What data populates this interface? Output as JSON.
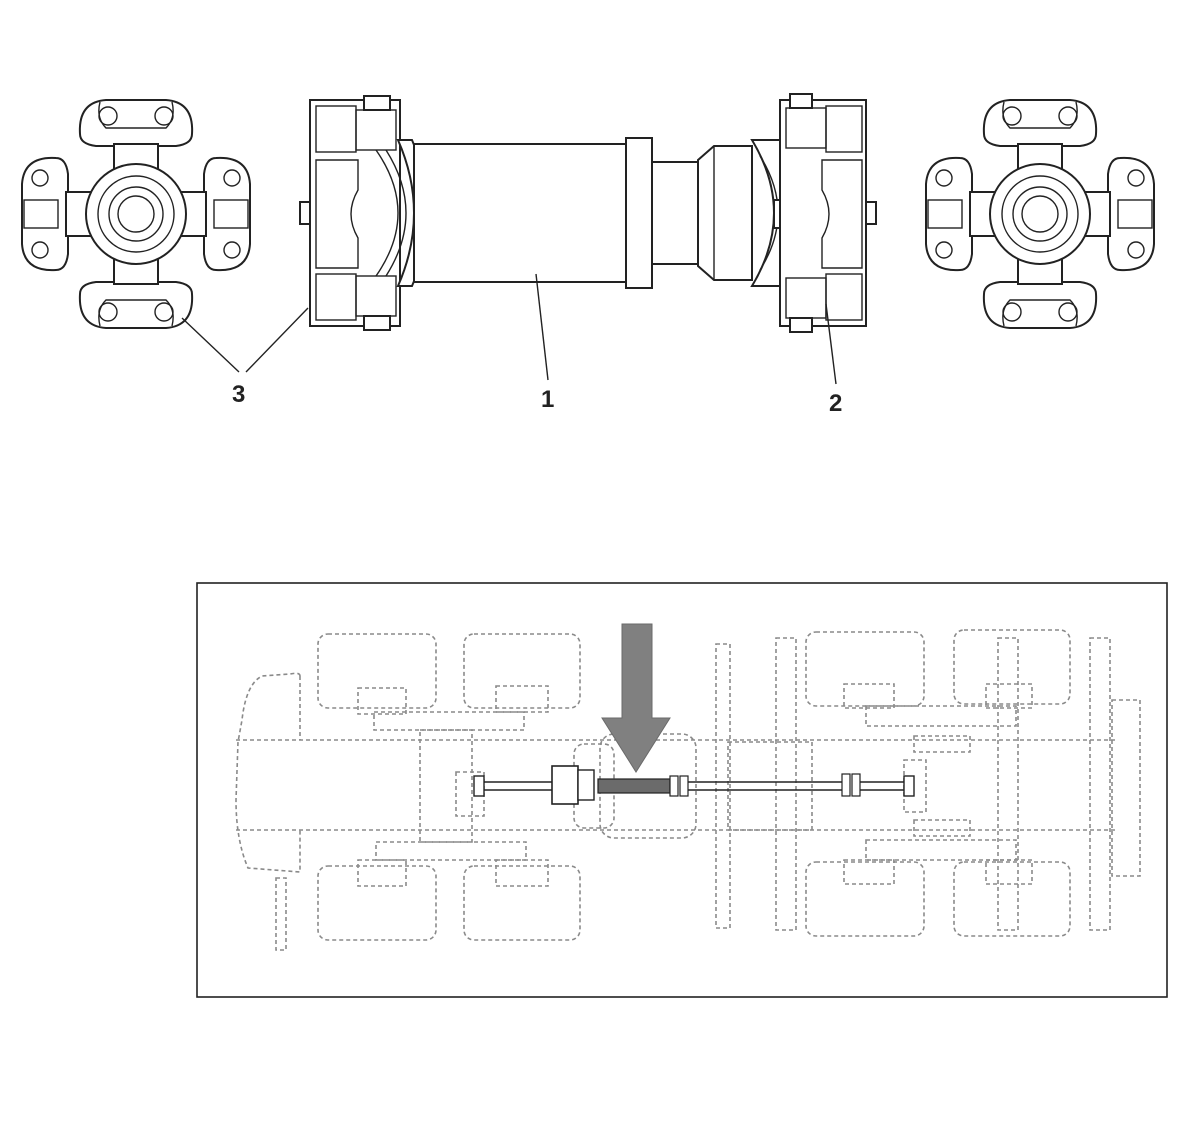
{
  "diagram": {
    "callouts": {
      "c1": "1",
      "c2": "2",
      "c3": "3"
    },
    "colors": {
      "ink": "#222222",
      "ghost": "#8a8a8a",
      "highlight": "#6b6b6b",
      "arrow": "#808080"
    },
    "icons": {
      "cross_left": "universal-joint-cross-icon",
      "cross_right": "universal-joint-cross-icon",
      "arrow": "down-arrow-icon"
    }
  }
}
